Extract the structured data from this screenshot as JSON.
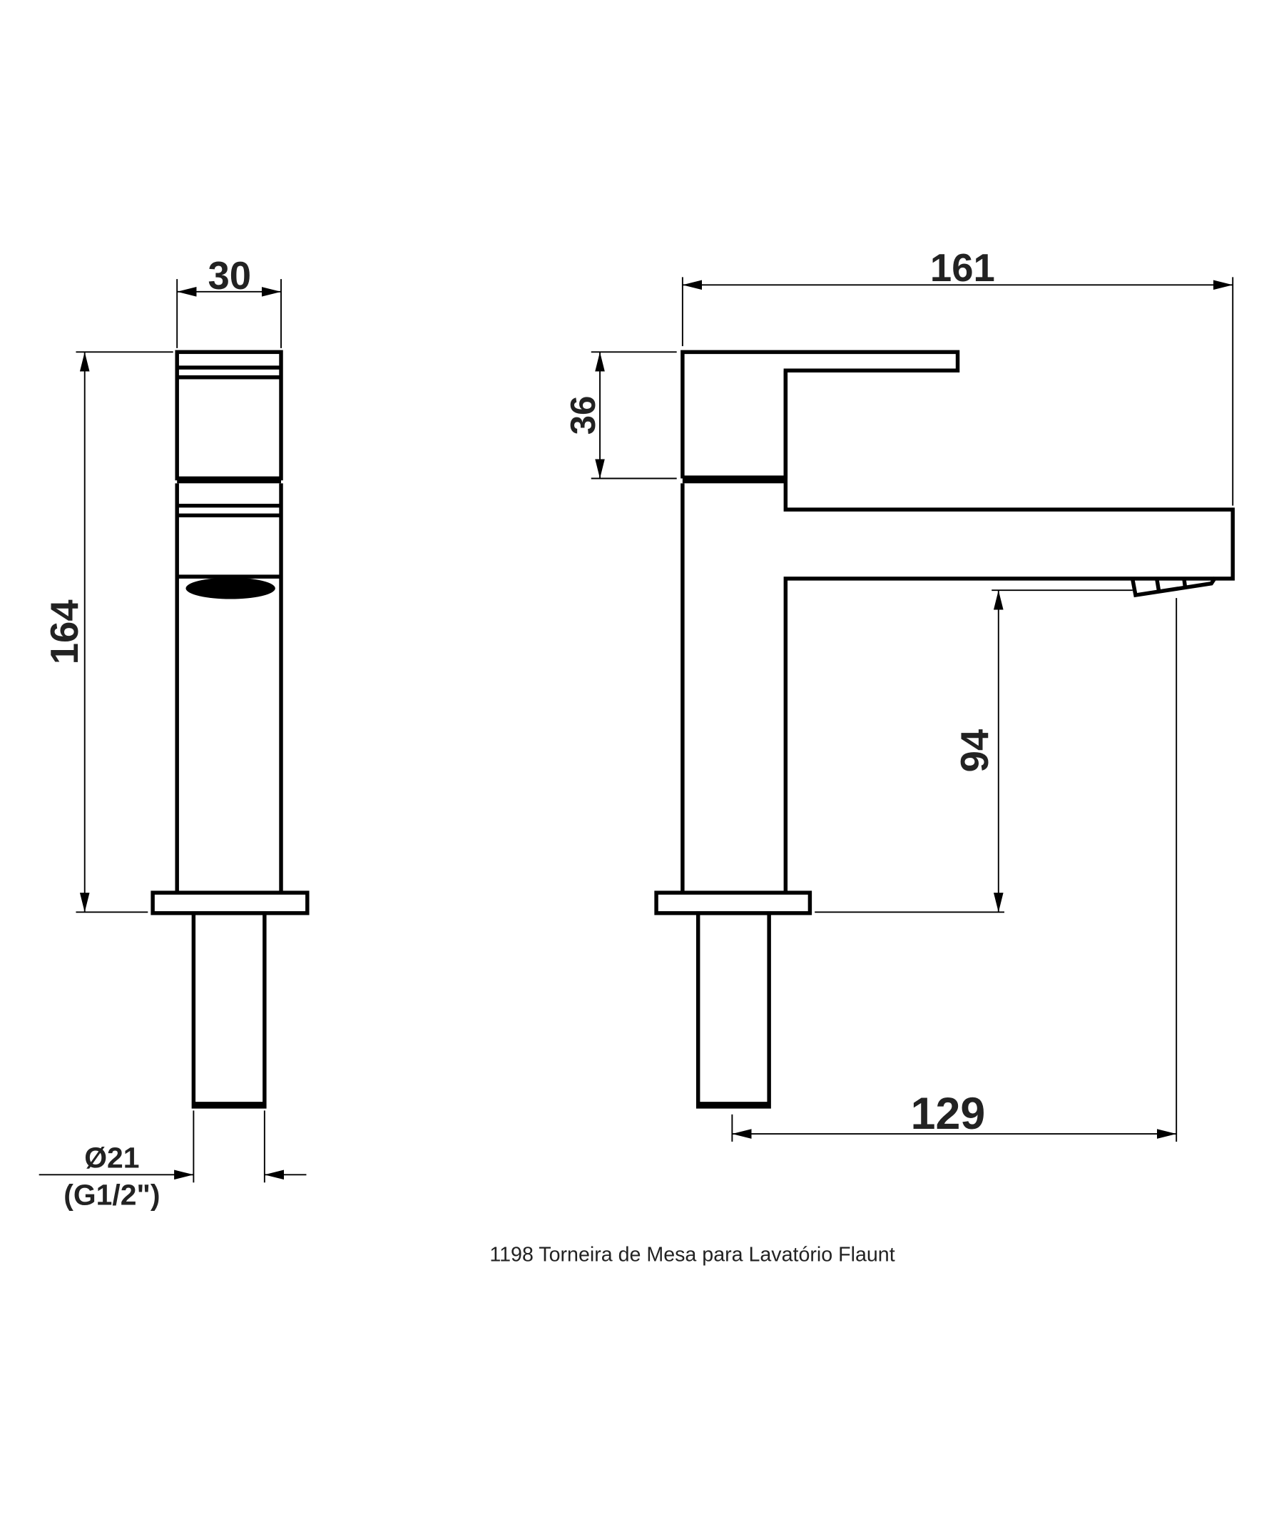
{
  "title": "1198 Torneira de Mesa para Lavatório Flaunt",
  "dimensions": {
    "width_side": "30",
    "height_total": "164",
    "pipe_diameter": "Ø21",
    "pipe_thread": "(G1/2\")",
    "length_total": "161",
    "handle_height": "36",
    "spout_clearance": "94",
    "spout_reach": "129"
  },
  "colors": {
    "line": "#000000",
    "background": "#ffffff"
  }
}
